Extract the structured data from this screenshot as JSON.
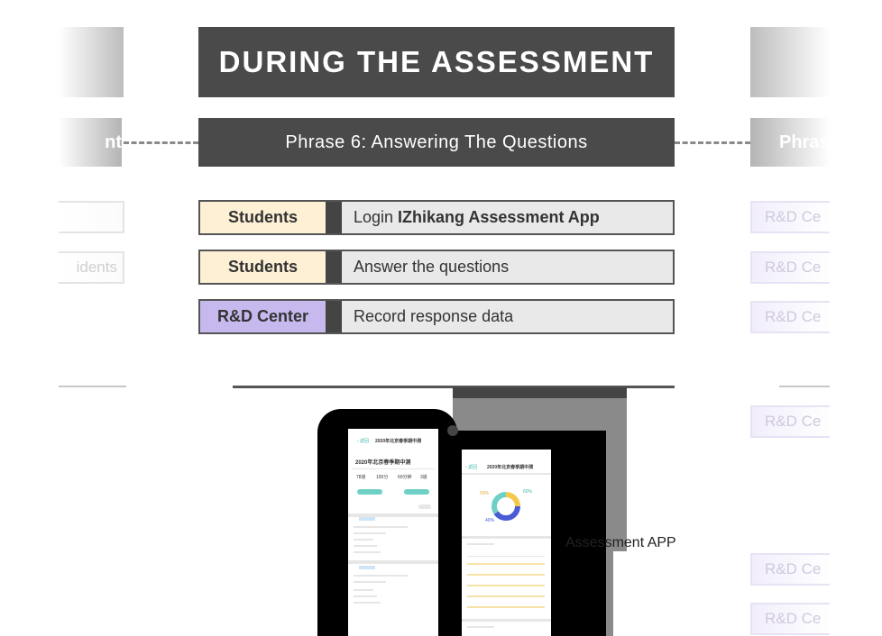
{
  "header": {
    "title": "DURING THE ASSESSMENT",
    "phase": "Phrase 6: Answering The Questions"
  },
  "rows": [
    {
      "role": "Students",
      "task_prefix": "Login ",
      "task_bold": "IZhikang Assessment App",
      "role_type": "student"
    },
    {
      "role": "Students",
      "task_prefix": "Answer the questions",
      "task_bold": "",
      "role_type": "student"
    },
    {
      "role": "R&D Center",
      "task_prefix": "Record response data",
      "task_bold": "",
      "role_type": "rd"
    }
  ],
  "side_left": {
    "phase_fragment": "nt",
    "rows": [
      "",
      "idents"
    ]
  },
  "side_right": {
    "phase_fragment": "Phras",
    "rows": [
      "R&D Ce",
      "R&D Ce",
      "R&D Ce",
      "R&D Ce",
      "R&D Ce",
      "R&D Ce"
    ]
  },
  "app": {
    "label": "Assessment APP",
    "phone1": {
      "title": "2020年北京春季期中测",
      "subtitle": "2020年北京春季期中测",
      "stats": [
        "78道",
        "100分",
        "60分钟",
        "3道"
      ]
    },
    "phone2": {
      "title": "2020年北京春季期中测",
      "percent_a": "50%",
      "percent_b": "60%",
      "percent_c": "40%"
    }
  },
  "colors": {
    "dark": "#4a4a4a",
    "student_role": "#fdf0d5",
    "rd_role": "#c7b9ee"
  }
}
